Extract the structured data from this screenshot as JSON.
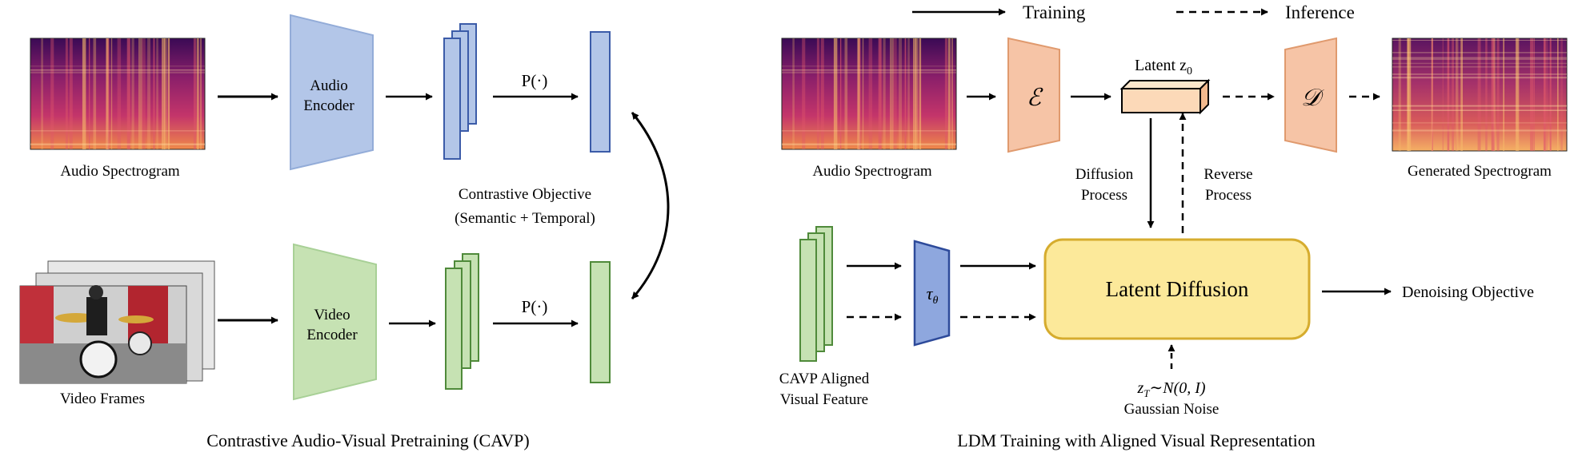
{
  "left": {
    "audio_label": "Audio Spectrogram",
    "video_label": "Video Frames",
    "audio_encoder": [
      "Audio",
      "Encoder"
    ],
    "video_encoder": [
      "Video",
      "Encoder"
    ],
    "projection_audio": "P(·)",
    "projection_video": "P(·)",
    "objective": [
      "Contrastive Objective",
      "(Semantic + Temporal)"
    ],
    "caption": "Contrastive Audio-Visual Pretraining (CAVP)"
  },
  "right": {
    "legend_training": "Training",
    "legend_inference": "Inference",
    "audio_label": "Audio Spectrogram",
    "encoder_symbol": "ℰ",
    "decoder_symbol": "𝒟",
    "latent_label": "Latent z",
    "latent_subscript": "0",
    "generated_label": "Generated Spectrogram",
    "diffusion_process": [
      "Diffusion",
      "Process"
    ],
    "reverse_process": [
      "Reverse",
      "Process"
    ],
    "cavp_feature": [
      "CAVP Aligned",
      "Visual Feature"
    ],
    "tau_symbol": "τ",
    "tau_subscript": "θ",
    "latent_diffusion": "Latent Diffusion",
    "denoising": "Denoising Objective",
    "noise_formula": "z",
    "noise_sub": "T",
    "noise_rest": "∼N(0, I)",
    "noise_label": "Gaussian Noise",
    "caption": "LDM Training with Aligned Visual Representation"
  },
  "colors": {
    "audio_fill": "#b3c6e8",
    "audio_stroke": "#3b5ba8",
    "video_fill": "#c6e2b3",
    "video_stroke": "#4f8a3a",
    "encdec_fill": "#f6c4a6",
    "encdec_stroke": "#e09a6e",
    "ldm_fill": "#fce99a",
    "ldm_stroke": "#d6ac2e",
    "tau_fill": "#8ea7de",
    "tau_stroke": "#2d4a9a",
    "latent_fill": "#fcd9b8"
  }
}
